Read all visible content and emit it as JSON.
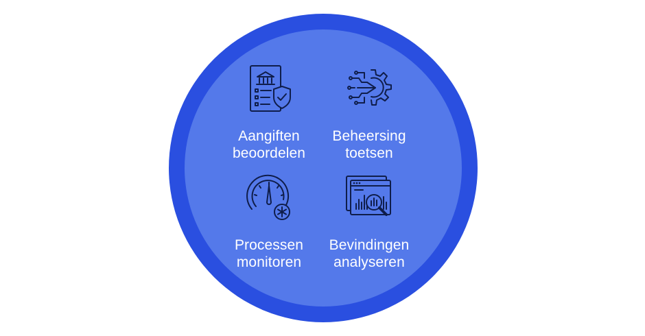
{
  "colors": {
    "outer_ring": "#2a4fe0",
    "inner_disc": "#5479ea",
    "icon_stroke": "#0f1d4a",
    "label_text": "#ffffff"
  },
  "quadrants": [
    {
      "icon": "document-bank-shield-icon",
      "line1": "Aangiften",
      "line2": "beoordelen"
    },
    {
      "icon": "gear-circuit-arrow-icon",
      "line1": "Beheersing",
      "line2": "toetsen"
    },
    {
      "icon": "speedometer-gear-icon",
      "line1": "Processen",
      "line2": "monitoren"
    },
    {
      "icon": "dashboard-magnifier-icon",
      "line1": "Bevindingen",
      "line2": "analyseren"
    }
  ]
}
